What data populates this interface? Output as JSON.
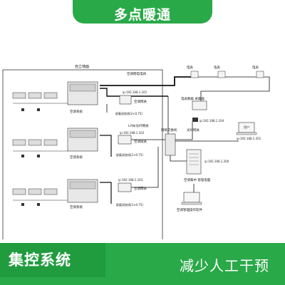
{
  "header": {
    "title": "多点暖通"
  },
  "footer": {
    "left_title": "集控系统",
    "right_slogan": "减少人工干预"
  },
  "diagram": {
    "building_label": "自立墙面",
    "labels": {
      "gateway_label": "空调网电电阀",
      "ip1": "ip:192.168.1.101",
      "gw1": "空调网关",
      "shield1": "屏蔽双绞线(2×0.75)",
      "lan_converter": "LAN/光纤网关",
      "ip2": "ip:192.168.1.102",
      "gw2": "空调网关",
      "shield2": "屏蔽双绞线(2×0.75)",
      "ip3": "ip:192.168.1.103",
      "gw3": "空调网关",
      "shield3": "屏蔽双绞线(2×0.75)",
      "switch": "网络交换机",
      "meter_collector": "电表数据\n采集器",
      "ip4": "ip:192.168.1.104",
      "fiber": "光纤网关",
      "user": "用户",
      "ip_user": "ip:192.168.1.201",
      "server": "空调集中\n管理电脑",
      "ip_server": "ip:192.168.1.200",
      "software": "空调管理操作软件",
      "ac_system_1": "空调系统",
      "ac_system_2": "空调系统",
      "ac_system_3": "空调系统",
      "meter_1": "电表",
      "meter_2": "电表",
      "meter_3": "电表"
    }
  }
}
